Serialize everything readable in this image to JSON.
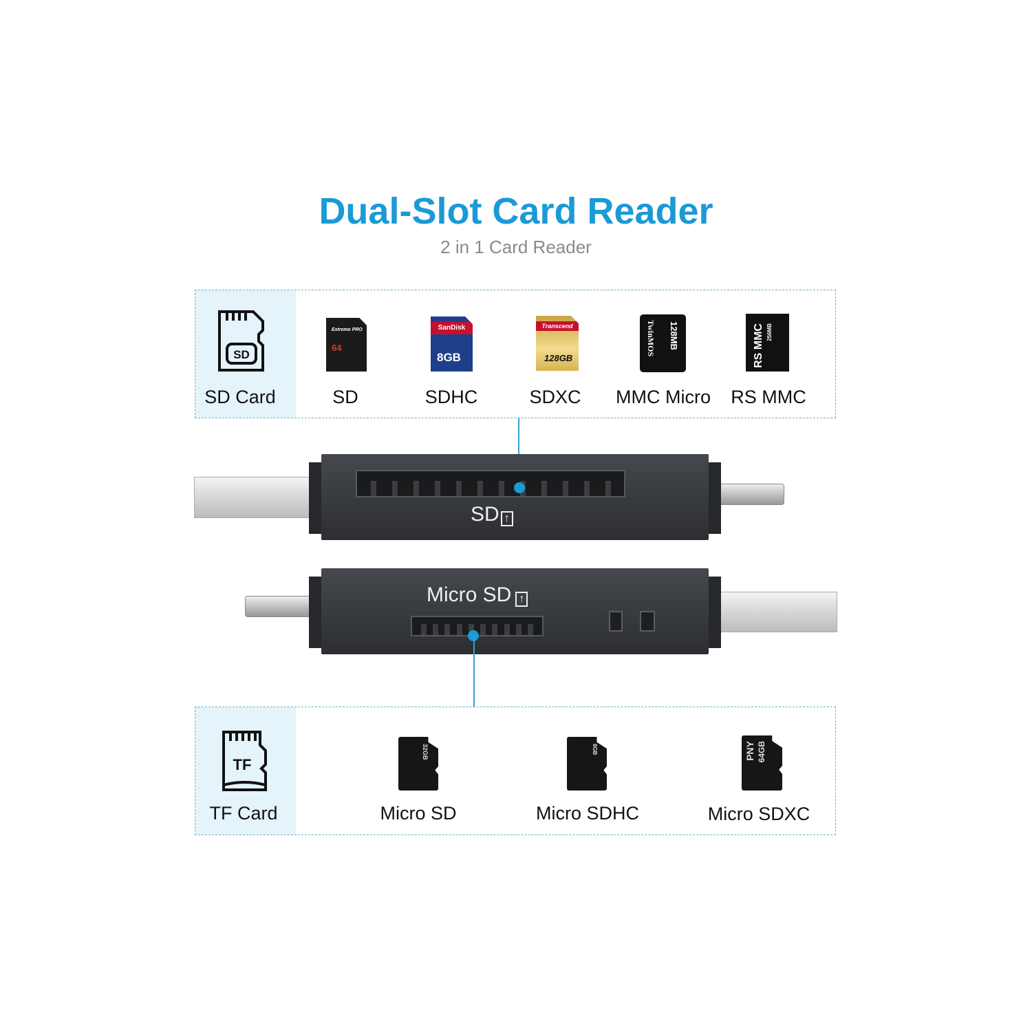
{
  "header": {
    "title": "Dual-Slot Card Reader",
    "subtitle": "2 in 1 Card Reader"
  },
  "colors": {
    "accent": "#1a9ad6",
    "panel": "#e5f3fb",
    "border": "#6fb1b8"
  },
  "sd_section": {
    "category_icon": "sd-card-icon",
    "category_icon_text": "SD",
    "category_label": "SD Card",
    "cards": [
      {
        "label": "SD",
        "print": "64",
        "brand": "Extreme PRO"
      },
      {
        "label": "SDHC",
        "print": "8GB",
        "brand": "SanDisk"
      },
      {
        "label": "SDXC",
        "print": "128GB",
        "brand": "Transcend"
      },
      {
        "label": "MMC Micro",
        "print": "128MB",
        "brand": "TwinMOS"
      },
      {
        "label": "RS MMC",
        "print": "256MB",
        "brand": "RS MMC"
      }
    ]
  },
  "devices": {
    "sd_slot_label": "SD",
    "micro_slot_label": "Micro SD",
    "eject_icon": "card-insert-icon"
  },
  "tf_section": {
    "category_icon": "tf-card-icon",
    "category_icon_text": "TF",
    "category_label": "TF Card",
    "cards": [
      {
        "label": "Micro SD",
        "print": "32GB"
      },
      {
        "label": "Micro SDHC",
        "print": "8GB"
      },
      {
        "label": "Micro SDXC",
        "print": "64GB",
        "brand": "PNY"
      }
    ]
  }
}
